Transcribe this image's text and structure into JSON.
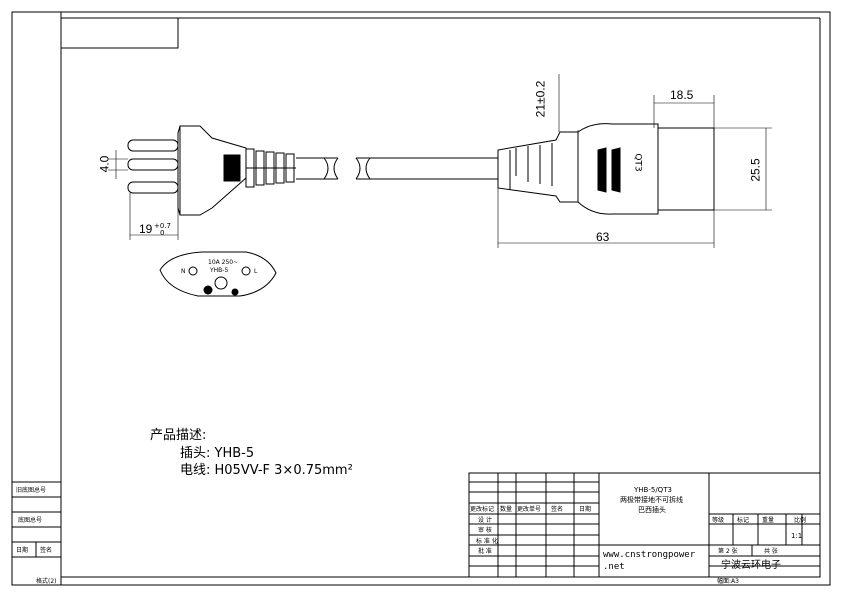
{
  "description": {
    "heading": "产品描述:",
    "plug_line": "插头: YHB-5",
    "cable_line": "电线: H05VV-F 3×0.75mm²"
  },
  "dimensions": {
    "pin_dia": "4.0",
    "pin_len": "19",
    "pin_tol_plus": "+0.7",
    "pin_tol_minus": "0",
    "conn_height": "21±0.2",
    "conn_width": "18.5",
    "conn_side": "25.5",
    "total_len": "63"
  },
  "plug_face": {
    "rating": "10A 250~",
    "model": "YHB-5",
    "neutral": "N",
    "live": "L"
  },
  "connector": {
    "model_mark": "QT3"
  },
  "title_block": {
    "title_1": "YHB-5/QT3",
    "title_2": "两极带接地不可拆线",
    "title_3": "巴西插头",
    "rev_headers": [
      "更改标记",
      "数量",
      "更改单号",
      "签名",
      "日期"
    ],
    "roles": [
      "设  计",
      "审  核",
      "标 准 化",
      "批  准"
    ],
    "grade_headers": [
      "等级",
      "标记",
      "重量",
      "比例"
    ],
    "scale": "1:1",
    "sheet_no": "第 2 张",
    "sheet_total": "共    张",
    "website_1": "www.cnstrongpower",
    "website_2": ".net",
    "company": "宁波云环电子",
    "format_label": "幅面:A3"
  },
  "side_block": {
    "old_drawing": "旧底图总号",
    "base_drawing": "底图总号",
    "date": "日期",
    "sign": "签名",
    "format": "格式(2)"
  }
}
